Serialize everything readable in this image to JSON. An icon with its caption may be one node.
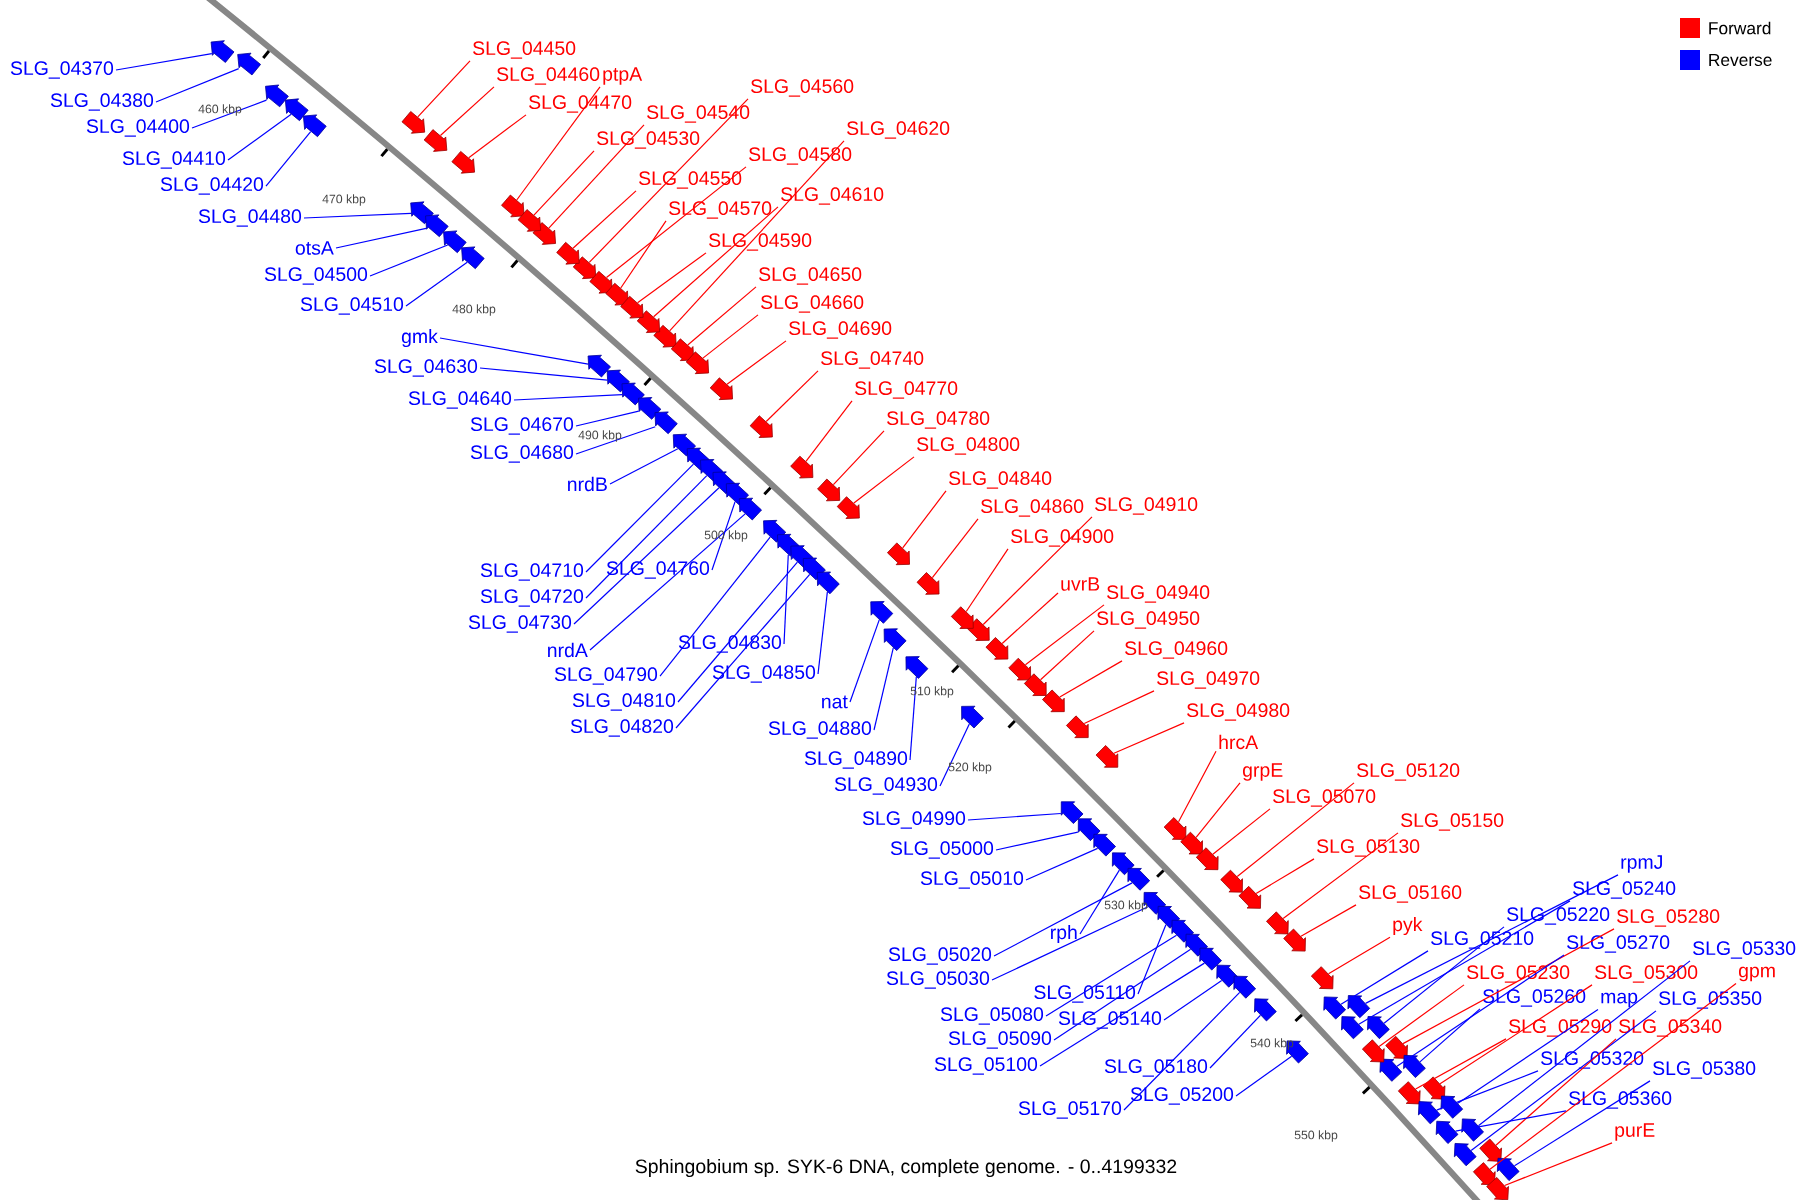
{
  "diagram": {
    "caption": "Sphingobium sp. SYK-6 DNA, complete genome. - 0..4199332",
    "nodes": [
      {
        "text": [
          "SLG_04370"
        ]
      },
      {
        "text": [
          "SLG_04380"
        ]
      },
      {
        "text": [
          "SLG_04400"
        ]
      },
      {
        "text": [
          "SLG_04410"
        ]
      },
      {
        "text": [
          "SLG_04420"
        ]
      },
      {
        "text": [
          "SLG_04480"
        ]
      },
      {
        "text": [
          "otsA"
        ]
      },
      {
        "text": [
          "SLG_04500"
        ]
      },
      {
        "text": [
          "SLG_04510"
        ]
      },
      {
        "text": [
          "gmk"
        ]
      },
      {
        "text": [
          "SLG_04630"
        ]
      },
      {
        "text": [
          "SLG_04640"
        ]
      },
      {
        "text": [
          "SLG_04670"
        ]
      },
      {
        "text": [
          "SLG_04680"
        ]
      },
      {
        "text": [
          "nrdB"
        ]
      },
      {
        "text": [
          "SLG_04710"
        ]
      },
      {
        "text": [
          "SLG_04720"
        ]
      },
      {
        "text": [
          "SLG_04730"
        ]
      },
      {
        "text": [
          "SLG_04760"
        ]
      },
      {
        "text": [
          "nrdA"
        ]
      },
      {
        "text": [
          "SLG_04790"
        ]
      },
      {
        "text": [
          "SLG_04830"
        ]
      },
      {
        "text": [
          "SLG_04810"
        ]
      },
      {
        "text": [
          "SLG_04820"
        ]
      },
      {
        "text": [
          "SLG_04850"
        ]
      },
      {
        "text": [
          "nat"
        ]
      },
      {
        "text": [
          "SLG_04880"
        ]
      },
      {
        "text": [
          "SLG_04890"
        ]
      },
      {
        "text": [
          "SLG_04930"
        ]
      },
      {
        "text": [
          "SLG_04990"
        ]
      },
      {
        "text": [
          "SLG_05000"
        ]
      },
      {
        "text": [
          "SLG_05010"
        ]
      },
      {
        "text": [
          "rph"
        ]
      },
      {
        "text": [
          "SLG_05020"
        ]
      },
      {
        "text": [
          "SLG_05030"
        ]
      },
      {
        "text": [
          "SLG_05110"
        ]
      },
      {
        "text": [
          "SLG_05080"
        ]
      },
      {
        "text": [
          "SLG_05140"
        ]
      },
      {
        "text": [
          "SLG_05090"
        ]
      },
      {
        "text": [
          "SLG_05100"
        ]
      },
      {
        "text": [
          "SLG_05180"
        ]
      },
      {
        "text": [
          "SLG_05200"
        ]
      },
      {
        "text": [
          "SLG_05170"
        ]
      },
      {
        "text": [
          "SLG_04450"
        ]
      },
      {
        "text": [
          "SLG_04460"
        ]
      },
      {
        "text": [
          "ptpA"
        ]
      },
      {
        "text": [
          "SLG_04470"
        ]
      },
      {
        "text": [
          "SLG_04560"
        ]
      },
      {
        "text": [
          "SLG_04540"
        ]
      },
      {
        "text": [
          "SLG_04620"
        ]
      },
      {
        "text": [
          "SLG_04530"
        ]
      },
      {
        "text": [
          "SLG_04580"
        ]
      },
      {
        "text": [
          "SLG_04550"
        ]
      },
      {
        "text": [
          "SLG_04610"
        ]
      },
      {
        "text": [
          "SLG_04570"
        ]
      },
      {
        "text": [
          "SLG_04590"
        ]
      },
      {
        "text": [
          "SLG_04650"
        ]
      },
      {
        "text": [
          "SLG_04660"
        ]
      },
      {
        "text": [
          "SLG_04690"
        ]
      },
      {
        "text": [
          "SLG_04740"
        ]
      },
      {
        "text": [
          "SLG_04770"
        ]
      },
      {
        "text": [
          "SLG_04780"
        ]
      },
      {
        "text": [
          "SLG_04800"
        ]
      },
      {
        "text": [
          "SLG_04840"
        ]
      },
      {
        "text": [
          "SLG_04860"
        ]
      },
      {
        "text": [
          "SLG_04910"
        ]
      },
      {
        "text": [
          "SLG_04900"
        ]
      },
      {
        "text": [
          "uvrB"
        ]
      },
      {
        "text": [
          "SLG_04940"
        ]
      },
      {
        "text": [
          "SLG_04950"
        ]
      },
      {
        "text": [
          "SLG_04960"
        ]
      },
      {
        "text": [
          "SLG_04970"
        ]
      },
      {
        "text": [
          "SLG_04980"
        ]
      },
      {
        "text": [
          "hrcA"
        ]
      },
      {
        "text": [
          "grpE"
        ]
      },
      {
        "text": [
          "SLG_05120"
        ]
      },
      {
        "text": [
          "SLG_05070"
        ]
      },
      {
        "text": [
          "SLG_05150"
        ]
      },
      {
        "text": [
          "SLG_05130"
        ]
      },
      {
        "text": [
          "SLG_05160"
        ]
      },
      {
        "text": [
          "pyk"
        ]
      },
      {
        "text": [
          "rpmJ"
        ]
      },
      {
        "text": [
          "SLG_05240"
        ]
      },
      {
        "text": [
          "SLG_05220"
        ]
      },
      {
        "text": [
          "SLG_05280"
        ]
      },
      {
        "text": [
          "SLG_05210"
        ]
      },
      {
        "text": [
          "SLG_05270"
        ]
      },
      {
        "text": [
          "SLG_05330"
        ]
      },
      {
        "text": [
          "SLG_05230"
        ]
      },
      {
        "text": [
          "SLG_05300"
        ]
      },
      {
        "text": [
          "gpm"
        ]
      },
      {
        "text": [
          "SLG_05260"
        ]
      },
      {
        "text": [
          "map"
        ]
      },
      {
        "text": [
          "SLG_05350"
        ]
      },
      {
        "text": [
          "SLG_05290"
        ]
      },
      {
        "text": [
          "SLG_05340"
        ]
      },
      {
        "text": [
          "SLG_05320"
        ]
      },
      {
        "text": [
          "SLG_05380"
        ]
      },
      {
        "text": [
          "SLG_05360"
        ]
      },
      {
        "text": [
          "purE"
        ]
      },
      {
        "text": [],
        "shape": "arrow"
      },
      {
        "text": [],
        "shape": "arrow"
      },
      {
        "text": [],
        "shape": "arrow"
      },
      {
        "text": [],
        "shape": "arrow"
      },
      {
        "text": [],
        "shape": "arrow"
      },
      {
        "text": [],
        "shape": "arrow"
      },
      {
        "text": [],
        "shape": "arrow"
      },
      {
        "text": [],
        "shape": "arrow"
      },
      {
        "text": [],
        "shape": "arrow"
      },
      {
        "text": [],
        "shape": "arrow"
      },
      {
        "text": [],
        "shape": "arrow"
      },
      {
        "text": [],
        "shape": "arrow"
      },
      {
        "text": [],
        "shape": "arrow"
      },
      {
        "text": [],
        "shape": "arrow"
      },
      {
        "text": [],
        "shape": "arrow"
      },
      {
        "text": [],
        "shape": "arrow"
      },
      {
        "text": [],
        "shape": "arrow"
      },
      {
        "text": [],
        "shape": "arrow"
      },
      {
        "text": [],
        "shape": "arrow"
      },
      {
        "text": [],
        "shape": "arrow"
      },
      {
        "text": [],
        "shape": "arrow"
      },
      {
        "text": [],
        "shape": "arrow"
      },
      {
        "text": [],
        "shape": "arrow"
      },
      {
        "text": [],
        "shape": "arrow"
      },
      {
        "text": [],
        "shape": "arrow"
      },
      {
        "text": [],
        "shape": "arrow"
      },
      {
        "text": [],
        "shape": "arrow"
      },
      {
        "text": [],
        "shape": "arrow"
      },
      {
        "text": [],
        "shape": "arrow"
      },
      {
        "text": [],
        "shape": "arrow"
      },
      {
        "text": [],
        "shape": "arrow"
      },
      {
        "text": [],
        "shape": "arrow"
      },
      {
        "text": [],
        "shape": "arrow"
      },
      {
        "text": [],
        "shape": "arrow"
      },
      {
        "text": [],
        "shape": "arrow"
      },
      {
        "text": [],
        "shape": "arrow"
      },
      {
        "text": [],
        "shape": "arrow"
      },
      {
        "text": [],
        "shape": "arrow"
      },
      {
        "text": [],
        "shape": "arrow"
      },
      {
        "text": [],
        "shape": "arrow"
      },
      {
        "text": [],
        "shape": "arrow"
      },
      {
        "text": [],
        "shape": "arrow"
      },
      {
        "text": [],
        "shape": "arrow"
      },
      {
        "text": [],
        "shape": "arrow"
      },
      {
        "text": [],
        "shape": "arrow"
      },
      {
        "text": [],
        "shape": "arrow"
      },
      {
        "text": [],
        "shape": "arrow"
      },
      {
        "text": [],
        "shape": "arrow"
      },
      {
        "text": [],
        "shape": "arrow"
      },
      {
        "text": [],
        "shape": "arrow"
      },
      {
        "text": [],
        "shape": "arrow"
      },
      {
        "text": [],
        "shape": "arrow"
      },
      {
        "text": [],
        "shape": "arrow"
      },
      {
        "text": [],
        "shape": "arrow"
      },
      {
        "text": [],
        "shape": "arrow"
      },
      {
        "text": [],
        "shape": "arrow"
      },
      {
        "text": [],
        "shape": "arrow"
      },
      {
        "text": [],
        "shape": "arrow"
      },
      {
        "text": [],
        "shape": "arrow"
      },
      {
        "text": [],
        "shape": "arrow"
      },
      {
        "text": [],
        "shape": "arrow"
      },
      {
        "text": [],
        "shape": "arrow"
      },
      {
        "text": [],
        "shape": "arrow"
      },
      {
        "text": [],
        "shape": "arrow"
      },
      {
        "text": [],
        "shape": "arrow"
      },
      {
        "text": [],
        "shape": "arrow"
      },
      {
        "text": [],
        "shape": "arrow"
      },
      {
        "text": [],
        "shape": "arrow"
      },
      {
        "text": [],
        "shape": "arrow"
      },
      {
        "text": [],
        "shape": "arrow"
      },
      {
        "text": [],
        "shape": "arrow"
      },
      {
        "text": [],
        "shape": "arrow"
      },
      {
        "text": [],
        "shape": "arrow"
      },
      {
        "text": [],
        "shape": "arrow"
      },
      {
        "text": [],
        "shape": "arrow"
      },
      {
        "text": [],
        "shape": "arrow"
      },
      {
        "text": [],
        "shape": "arrow"
      },
      {
        "text": [],
        "shape": "arrow"
      },
      {
        "text": [],
        "shape": "arrow"
      },
      {
        "text": [],
        "shape": "arrow"
      },
      {
        "text": [],
        "shape": "arrow"
      },
      {
        "text": [],
        "shape": "arrow"
      },
      {
        "text": [],
        "shape": "arrow"
      },
      {
        "text": [],
        "shape": "arrow"
      },
      {
        "text": [],
        "shape": "arrow"
      },
      {
        "text": [],
        "shape": "arrow"
      },
      {
        "text": [],
        "shape": "arrow"
      },
      {
        "text": [],
        "shape": "arrow"
      },
      {
        "text": [],
        "shape": "arrow"
      },
      {
        "text": [],
        "shape": "arrow"
      },
      {
        "text": [],
        "shape": "arrow"
      },
      {
        "text": [],
        "shape": "arrow"
      },
      {
        "text": [],
        "shape": "arrow"
      },
      {
        "text": [],
        "shape": "arrow"
      },
      {
        "text": [],
        "shape": "arrow"
      },
      {
        "text": [],
        "shape": "arrow"
      },
      {
        "text": [],
        "shape": "arrow"
      },
      {
        "text": [],
        "shape": "arrow"
      },
      {
        "text": [],
        "shape": "arrow"
      },
      {
        "text": [],
        "shape": "arrow"
      }
    ],
    "edges": [
      {
        "from": 0,
        "to": 100,
        "arrow": "none",
        "color": "#0000ff"
      },
      {
        "from": 1,
        "to": 101,
        "arrow": "none",
        "color": "#0000ff"
      },
      {
        "from": 2,
        "to": 102,
        "arrow": "none",
        "color": "#0000ff"
      },
      {
        "from": 3,
        "to": 103,
        "arrow": "none",
        "color": "#0000ff"
      },
      {
        "from": 4,
        "to": 104,
        "arrow": "none",
        "color": "#0000ff"
      },
      {
        "from": 5,
        "to": 105,
        "arrow": "none",
        "color": "#0000ff"
      },
      {
        "from": 6,
        "to": 106,
        "arrow": "none",
        "color": "#0000ff"
      },
      {
        "from": 7,
        "to": 107,
        "arrow": "none",
        "color": "#0000ff"
      },
      {
        "from": 8,
        "to": 108,
        "arrow": "none",
        "color": "#0000ff"
      },
      {
        "from": 9,
        "to": 109,
        "arrow": "none",
        "color": "#0000ff"
      },
      {
        "from": 10,
        "to": 110,
        "arrow": "none",
        "color": "#0000ff"
      },
      {
        "from": 11,
        "to": 111,
        "arrow": "none",
        "color": "#0000ff"
      },
      {
        "from": 12,
        "to": 112,
        "arrow": "none",
        "color": "#0000ff"
      },
      {
        "from": 13,
        "to": 113,
        "arrow": "none",
        "color": "#0000ff"
      },
      {
        "from": 14,
        "to": 114,
        "arrow": "none",
        "color": "#0000ff"
      },
      {
        "from": 15,
        "to": 115,
        "arrow": "none",
        "color": "#0000ff"
      },
      {
        "from": 16,
        "to": 116,
        "arrow": "none",
        "color": "#0000ff"
      },
      {
        "from": 17,
        "to": 117,
        "arrow": "none",
        "color": "#0000ff"
      },
      {
        "from": 18,
        "to": 118,
        "arrow": "none",
        "color": "#0000ff"
      },
      {
        "from": 19,
        "to": 119,
        "arrow": "none",
        "color": "#0000ff"
      },
      {
        "from": 20,
        "to": 120,
        "arrow": "none",
        "color": "#0000ff"
      },
      {
        "from": 21,
        "to": 121,
        "arrow": "none",
        "color": "#0000ff"
      },
      {
        "from": 22,
        "to": 122,
        "arrow": "none",
        "color": "#0000ff"
      },
      {
        "from": 23,
        "to": 123,
        "arrow": "none",
        "color": "#0000ff"
      },
      {
        "from": 24,
        "to": 124,
        "arrow": "none",
        "color": "#0000ff"
      },
      {
        "from": 25,
        "to": 125,
        "arrow": "none",
        "color": "#0000ff"
      },
      {
        "from": 26,
        "to": 126,
        "arrow": "none",
        "color": "#0000ff"
      },
      {
        "from": 27,
        "to": 127,
        "arrow": "none",
        "color": "#0000ff"
      },
      {
        "from": 28,
        "to": 128,
        "arrow": "none",
        "color": "#0000ff"
      },
      {
        "from": 29,
        "to": 129,
        "arrow": "none",
        "color": "#0000ff"
      },
      {
        "from": 30,
        "to": 130,
        "arrow": "none",
        "color": "#0000ff"
      },
      {
        "from": 31,
        "to": 131,
        "arrow": "none",
        "color": "#0000ff"
      },
      {
        "from": 32,
        "to": 132,
        "arrow": "none",
        "color": "#0000ff"
      },
      {
        "from": 33,
        "to": 133,
        "arrow": "none",
        "color": "#0000ff"
      },
      {
        "from": 34,
        "to": 134,
        "arrow": "none",
        "color": "#0000ff"
      },
      {
        "from": 35,
        "to": 135,
        "arrow": "none",
        "color": "#0000ff"
      },
      {
        "from": 36,
        "to": 136,
        "arrow": "none",
        "color": "#0000ff"
      },
      {
        "from": 37,
        "to": 137,
        "arrow": "none",
        "color": "#0000ff"
      },
      {
        "from": 38,
        "to": 138,
        "arrow": "none",
        "color": "#0000ff"
      },
      {
        "from": 39,
        "to": 139,
        "arrow": "none",
        "color": "#0000ff"
      },
      {
        "from": 40,
        "to": 140,
        "arrow": "none",
        "color": "#0000ff"
      },
      {
        "from": 41,
        "to": 141,
        "arrow": "none",
        "color": "#0000ff"
      },
      {
        "from": 42,
        "to": 142,
        "arrow": "none",
        "color": "#0000ff"
      },
      {
        "from": 43,
        "to": 143,
        "arrow": "none",
        "color": "#ff0000"
      },
      {
        "from": 44,
        "to": 144,
        "arrow": "none",
        "color": "#ff0000"
      },
      {
        "from": 45,
        "to": 145,
        "arrow": "none",
        "color": "#ff0000"
      },
      {
        "from": 46,
        "to": 146,
        "arrow": "none",
        "color": "#ff0000"
      },
      {
        "from": 47,
        "to": 147,
        "arrow": "none",
        "color": "#ff0000"
      },
      {
        "from": 48,
        "to": 148,
        "arrow": "none",
        "color": "#ff0000"
      },
      {
        "from": 49,
        "to": 149,
        "arrow": "none",
        "color": "#ff0000"
      },
      {
        "from": 50,
        "to": 150,
        "arrow": "none",
        "color": "#ff0000"
      },
      {
        "from": 51,
        "to": 151,
        "arrow": "none",
        "color": "#ff0000"
      },
      {
        "from": 52,
        "to": 152,
        "arrow": "none",
        "color": "#ff0000"
      },
      {
        "from": 53,
        "to": 153,
        "arrow": "none",
        "color": "#ff0000"
      },
      {
        "from": 54,
        "to": 154,
        "arrow": "none",
        "color": "#ff0000"
      },
      {
        "from": 55,
        "to": 155,
        "arrow": "none",
        "color": "#ff0000"
      },
      {
        "from": 56,
        "to": 156,
        "arrow": "none",
        "color": "#ff0000"
      },
      {
        "from": 57,
        "to": 157,
        "arrow": "none",
        "color": "#ff0000"
      },
      {
        "from": 58,
        "to": 158,
        "arrow": "none",
        "color": "#ff0000"
      },
      {
        "from": 59,
        "to": 159,
        "arrow": "none",
        "color": "#ff0000"
      },
      {
        "from": 60,
        "to": 160,
        "arrow": "none",
        "color": "#ff0000"
      },
      {
        "from": 61,
        "to": 161,
        "arrow": "none",
        "color": "#ff0000"
      },
      {
        "from": 62,
        "to": 162,
        "arrow": "none",
        "color": "#ff0000"
      },
      {
        "from": 63,
        "to": 163,
        "arrow": "none",
        "color": "#ff0000"
      },
      {
        "from": 64,
        "to": 164,
        "arrow": "none",
        "color": "#ff0000"
      },
      {
        "from": 65,
        "to": 165,
        "arrow": "none",
        "color": "#ff0000"
      },
      {
        "from": 66,
        "to": 166,
        "arrow": "none",
        "color": "#ff0000"
      },
      {
        "from": 67,
        "to": 167,
        "arrow": "none",
        "color": "#ff0000"
      },
      {
        "from": 68,
        "to": 168,
        "arrow": "none",
        "color": "#ff0000"
      },
      {
        "from": 69,
        "to": 169,
        "arrow": "none",
        "color": "#ff0000"
      },
      {
        "from": 70,
        "to": 170,
        "arrow": "none",
        "color": "#ff0000"
      },
      {
        "from": 71,
        "to": 171,
        "arrow": "none",
        "color": "#ff0000"
      },
      {
        "from": 72,
        "to": 172,
        "arrow": "none",
        "color": "#ff0000"
      },
      {
        "from": 73,
        "to": 173,
        "arrow": "none",
        "color": "#ff0000"
      },
      {
        "from": 74,
        "to": 174,
        "arrow": "none",
        "color": "#ff0000"
      },
      {
        "from": 75,
        "to": 175,
        "arrow": "none",
        "color": "#ff0000"
      },
      {
        "from": 76,
        "to": 176,
        "arrow": "none",
        "color": "#ff0000"
      },
      {
        "from": 77,
        "to": 177,
        "arrow": "none",
        "color": "#ff0000"
      },
      {
        "from": 78,
        "to": 178,
        "arrow": "none",
        "color": "#ff0000"
      },
      {
        "from": 79,
        "to": 179,
        "arrow": "none",
        "color": "#ff0000"
      },
      {
        "from": 80,
        "to": 180,
        "arrow": "none",
        "color": "#ff0000"
      },
      {
        "from": 81,
        "to": 181,
        "arrow": "none",
        "color": "#0000ff"
      },
      {
        "from": 82,
        "to": 182,
        "arrow": "none",
        "color": "#0000ff"
      },
      {
        "from": 83,
        "to": 183,
        "arrow": "none",
        "color": "#0000ff"
      },
      {
        "from": 84,
        "to": 184,
        "arrow": "none",
        "color": "#ff0000"
      },
      {
        "from": 85,
        "to": 185,
        "arrow": "none",
        "color": "#0000ff"
      },
      {
        "from": 86,
        "to": 186,
        "arrow": "none",
        "color": "#0000ff"
      },
      {
        "from": 87,
        "to": 187,
        "arrow": "none",
        "color": "#0000ff"
      },
      {
        "from": 88,
        "to": 188,
        "arrow": "none",
        "color": "#ff0000"
      },
      {
        "from": 89,
        "to": 189,
        "arrow": "none",
        "color": "#ff0000"
      },
      {
        "from": 90,
        "to": 190,
        "arrow": "none",
        "color": "#ff0000"
      },
      {
        "from": 91,
        "to": 191,
        "arrow": "none",
        "color": "#0000ff"
      },
      {
        "from": 92,
        "to": 192,
        "arrow": "none",
        "color": "#0000ff"
      },
      {
        "from": 93,
        "to": 193,
        "arrow": "none",
        "color": "#0000ff"
      },
      {
        "from": 94,
        "to": 194,
        "arrow": "none",
        "color": "#ff0000"
      },
      {
        "from": 95,
        "to": 195,
        "arrow": "none",
        "color": "#ff0000"
      },
      {
        "from": 96,
        "to": 196,
        "arrow": "none",
        "color": "#0000ff"
      },
      {
        "from": 97,
        "to": 197,
        "arrow": "none",
        "color": "#0000ff"
      },
      {
        "from": 98,
        "to": 198,
        "arrow": "none",
        "color": "#0000ff"
      },
      {
        "from": 99,
        "to": 199,
        "arrow": "none",
        "color": "#ff0000"
      }
    ],
    "labels": [
      "460 kbp",
      "470 kbp",
      "480 kbp",
      "490 kbp",
      "500 kbp",
      "510 kbp",
      "520 kbp",
      "530 kbp",
      "540 kbp",
      "550 kbp"
    ],
    "legend": [
      {
        "text": "Forward",
        "color": "#ff0000"
      },
      {
        "text": "Reverse",
        "color": "#0000ff"
      }
    ]
  }
}
